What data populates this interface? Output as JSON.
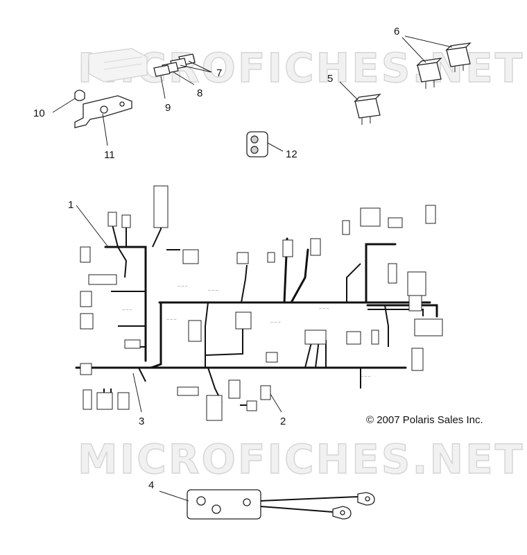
{
  "watermark": "MICROFICHES.NET",
  "copyright": "© 2007 Polaris Sales Inc.",
  "callouts": {
    "c1": "1",
    "c2": "2",
    "c3": "3",
    "c4": "4",
    "c5": "5",
    "c6": "6",
    "c7": "7",
    "c8": "8",
    "c9": "9",
    "c10": "10",
    "c11": "11",
    "c12": "12"
  },
  "icons": {
    "fuse_block": "fuse-block-icon",
    "relay": "relay-icon",
    "bracket": "bracket-icon",
    "switch": "switch-icon",
    "harness": "wiring-harness-icon",
    "cable": "battery-cable-icon"
  }
}
